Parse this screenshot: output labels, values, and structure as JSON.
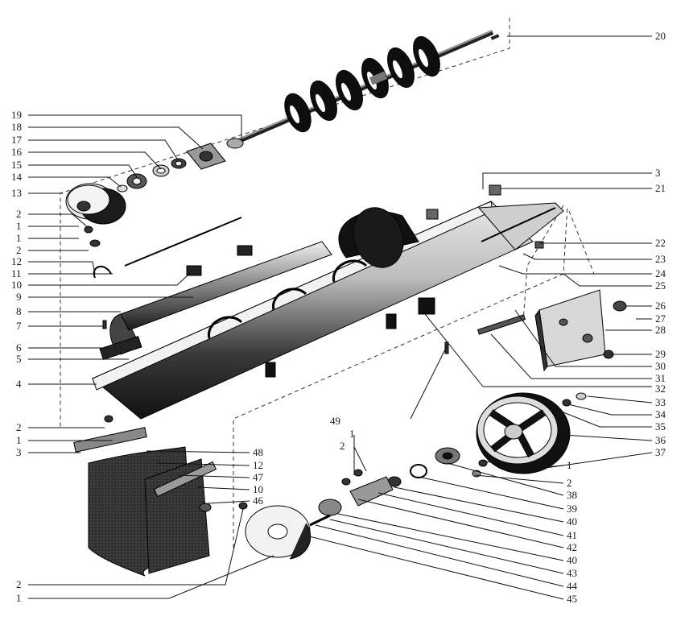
{
  "callouts": {
    "c20": "20",
    "c19": "19",
    "c18": "18",
    "c17": "17",
    "c16": "16",
    "c15": "15",
    "c14": "14",
    "c13": "13",
    "c2a": "2",
    "c1a": "1",
    "c1b": "1",
    "c2b": "2",
    "c12a": "12",
    "c11": "11",
    "c10a": "10",
    "c9": "9",
    "c8": "8",
    "c7": "7",
    "c6": "6",
    "c5": "5",
    "c4": "4",
    "c2c": "2",
    "c1c": "1",
    "c3a": "3",
    "c2d": "2",
    "c1d": "1",
    "c3b": "3",
    "c21": "21",
    "c22": "22",
    "c23": "23",
    "c24": "24",
    "c25": "25",
    "c26": "26",
    "c27": "27",
    "c28": "28",
    "c29": "29",
    "c30": "30",
    "c31": "31",
    "c32": "32",
    "c33": "33",
    "c34": "34",
    "c35": "35",
    "c36": "36",
    "c37": "37",
    "c1e": "1",
    "c2e": "2",
    "c38": "38",
    "c39": "39",
    "c40a": "40",
    "c41": "41",
    "c42": "42",
    "c40b": "40",
    "c43": "43",
    "c44": "44",
    "c45": "45",
    "c49": "49",
    "c1f": "1",
    "c2f": "2",
    "c48": "48",
    "c12b": "12",
    "c47": "47",
    "c10b": "10",
    "c46": "46"
  }
}
